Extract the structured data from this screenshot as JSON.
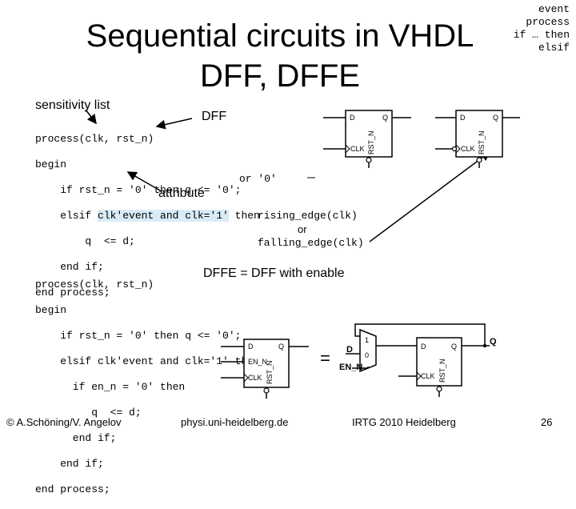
{
  "title_line1": "Sequential circuits in VHDL",
  "title_line2": "DFF, DFFE",
  "corner_notes": [
    "event",
    "process",
    "if … then",
    "elsif"
  ],
  "sensitivity_label": "sensitivity list",
  "dff_label": "DFF",
  "attribute_label": "attribute",
  "dffe_label": "DFFE = DFF with enable",
  "code1": {
    "l1_a": "process(",
    "l1_b": "clk, rst_n",
    "l1_c": ")",
    "l2": "begin",
    "l3": "    if rst_n = '0' then q <= '0';",
    "l4_a": "    elsif ",
    "l4_b": "clk'event and clk='1'",
    "l4_c": " then",
    "l5": "        q  <= d;",
    "or_q": "or '0'",
    "l6": "    end if;",
    "l7": "end process;"
  },
  "rising": "rising_edge(clk)",
  "or_word": "or",
  "falling": "falling_edge(clk)",
  "code2": {
    "l1": "process(clk, rst_n)",
    "l2": "begin",
    "l3": "    if rst_n = '0' then q <= '0';",
    "l4": "    elsif clk'event and clk='1' then",
    "l5": "      if en_n = '0' then",
    "l6": "         q  <= d;",
    "l7": "      end if;",
    "l8": "    end if;",
    "l9": "end process;"
  },
  "ff_pins": {
    "d": "D",
    "q": "Q",
    "clk": "CLK",
    "rst": "RST_N",
    "en": "EN_N"
  },
  "mux_pins": {
    "one": "1",
    "zero": "0"
  },
  "equals": "=",
  "ext_labels": {
    "d": "D",
    "en": "EN_N",
    "q": "Q"
  },
  "footer": {
    "left": "© A.Schöning/V. Angelov",
    "center": "physi.uni-heidelberg.de",
    "right": "IRTG 2010 Heidelberg",
    "page": "26"
  }
}
